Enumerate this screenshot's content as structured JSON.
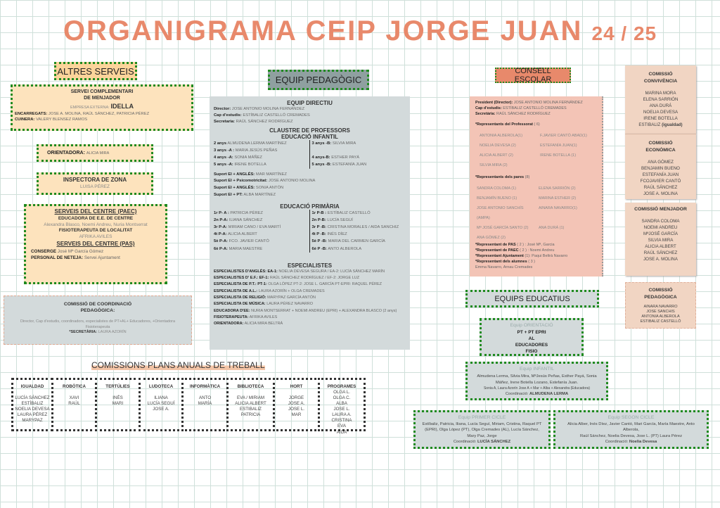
{
  "title": {
    "main": "ORGANIGRAMA CEIP JORGE JUAN",
    "year": "24 / 25"
  },
  "altres": {
    "header": "ALTRES SERVEIS",
    "menjador": {
      "title1": "SERVEI COMPLEMENTARI",
      "title2": "DE MENJADOR",
      "empresa_label": "EMPRESA EXTERNA:",
      "empresa": "IDELLA",
      "lines": [
        {
          "k": "ENCARREGATS:",
          "v": "JOSE A. MOLINA, RAÚL SÁNCHEZ, PATRICIA PÉREZ"
        },
        {
          "k": "CUINERA:",
          "v": "VALERY BLENSEZ RAMOS"
        }
      ]
    },
    "orientadora": {
      "k": "ORIENTADORA:",
      "v": "ALICIA MIRA"
    },
    "inspectora": {
      "title": "INSPECTORA DE ZONA",
      "name": "LUISA PÉREZ"
    },
    "serveis": {
      "paec": "SERVEIS DEL CENTRE (PAEC)",
      "educ_title": "EDUCADORA DE E.E. DE CENTRE",
      "educ": "Alexandra Blasco, Noemi Andreu, Nuria Montserrat",
      "fisio_title": "FISIOTERAPEUTA DE LOCALITAT",
      "fisio": "AFRIKA AVILES",
      "pas": "SERVEIS DEL CENTRE (PAS)",
      "lines": [
        {
          "k": "CONSERGE",
          "v": "José Mª García Gómez"
        },
        {
          "k": "PERSONAL DE NETEJA:",
          "v": "Servei Ajuntament"
        }
      ]
    },
    "coord": {
      "title1": "COMISSIÓ DE COORDINACIÓ",
      "title2": "PEDAGÒGICA:",
      "text": "Director, Cap d'estudis, coordinadors, especialistes de PT+AL+ Educadores, +Orientadora",
      "text2": "Fisioterapeuta",
      "sec_k": "*SECRETÀRIA:",
      "sec_v": "LAURA AZORÍN"
    }
  },
  "comissions": {
    "title": "COMISSIONS PLANS ANUALS DE TREBALL",
    "cols": [
      {
        "h": "IGUALDAD",
        "m": [
          "LUCÍA SÁNCHEZ",
          "ESTÍBALIZ",
          "NOELIA DEVESA",
          "LAURA PÉREZ",
          "MARYPAZ"
        ]
      },
      {
        "h": "ROBÒTICA",
        "m": [
          "XAVI",
          "RAÚL"
        ]
      },
      {
        "h": "TERTÚLIES",
        "m": [
          "INÉS",
          "MARI"
        ]
      },
      {
        "h": "LUDOTECA",
        "m": [
          "ILIANA",
          "LUCÍA SEGUÍ",
          "JOSE A."
        ]
      },
      {
        "h": "INFORMÀTICA",
        "m": [
          "ANTO",
          "MARÍA"
        ]
      },
      {
        "h": "BIBLIOTECA",
        "m": [
          "EVA / MIRIAM",
          "ALICIA ALBERT",
          "ESTIBALIZ",
          "PATRICIA"
        ]
      },
      {
        "h": "HORT",
        "m": [
          "JORGE",
          "JOSE A.",
          "JOSE L.",
          "MAR"
        ]
      },
      {
        "h": "PROGRAMES",
        "m": [
          "OLGA L.",
          "OLGA C.",
          "ALBA",
          "JOSE L.",
          "LAURA A.",
          "CRISTINA",
          "EVA",
          "AIDA"
        ]
      }
    ]
  },
  "pedagogic": {
    "header": "EQUIP PEDAGÒGIC",
    "directiu_title": "EQUIP DIRECTIU",
    "directiu": [
      {
        "k": "Director:",
        "v": "JOSE ANTONIO MOLINA FERNÁNDEZ"
      },
      {
        "k": "Cap d'estudis:",
        "v": "ESTÍBALIZ CASTELLÓ CREMADES"
      },
      {
        "k": "Secretaria:",
        "v": "RAÚL SÁNCHEZ RODRÍGUEZ"
      }
    ],
    "claustre": "CLAUSTRE DE PROFESSORS",
    "infantil_title": "EDUCACIÓ INFANTIL",
    "infantil": [
      {
        "k": "2 anys",
        "v": "ALMUDENA LERMA MARTÍNEZ"
      },
      {
        "k": "3 anys -B:",
        "v": "SILVIA MIRA"
      },
      {
        "k": "3 anys -A :",
        "v": "MARIA JESÚS PEÑAS"
      },
      {
        "k": "",
        "v": ""
      },
      {
        "k": "4 anys -A:",
        "v": "SONIA MÁÑEZ"
      },
      {
        "k": "4 anys-B:",
        "v": "ESTHER PAYÁ"
      },
      {
        "k": "5 anys -A:",
        "v": "IRENE BOTELLA"
      },
      {
        "k": "5 anys -B:",
        "v": "ESTEFANÍA JUAN"
      }
    ],
    "suport": [
      {
        "k": "Suport EI + ANGLÉS:",
        "v": "MAR MARTÍNEZ"
      },
      {
        "k": "Suport EI + Psicomotricitat:",
        "v": "JOSE ANTONIO MOLINA"
      },
      {
        "k": "Suport EI + ANGLÉS:",
        "v": "SONIA ANTÓN"
      },
      {
        "k": "Suport EI + PT:",
        "v": "ALBA MARTÍNEZ"
      }
    ],
    "primaria_title": "EDUCACIÓ PRIMÀRIA",
    "primaria": [
      {
        "k": "1r P- A :",
        "v": "PATRICIA PÉREZ"
      },
      {
        "k": "1r P-B :",
        "v": "ESTÍBALIZ CASTELLÓ"
      },
      {
        "k": "2n P-A:",
        "v": "ILIANA SÁNCHEZ"
      },
      {
        "k": "2n P-B:",
        "v": "LUCÍA SEGUÍ"
      },
      {
        "k": "3r P-A:",
        "v": "MIRIAM CANO / EVA MARTÍ"
      },
      {
        "k": "3r P -B:",
        "v": "CRISTINA MORALES / AIDA SANCHIZ"
      },
      {
        "k": "4t P-A:",
        "v": "ALICIA ALBERT"
      },
      {
        "k": "4t P -B:",
        "v": "INÉS DÍEZ"
      },
      {
        "k": "5è P-A:",
        "v": "FCO. JAVIER CANTÓ"
      },
      {
        "k": "5è P -B:",
        "v": "MARIA DEL CARMEN GARCÍA"
      },
      {
        "k": "6è P-A:",
        "v": "MARIA MAESTRE"
      },
      {
        "k": "6è P -B:",
        "v": "ANTO ALBEROLA"
      }
    ],
    "especialistes_title": "ESPECIALISTES",
    "especialistes": [
      {
        "k": "ESPECIALISTES D'ANGLÈS: EA-1:",
        "v": "NOELIA DEVESA SEGURA / EA-2: LUCÍA SÁNCHEZ MARÍN"
      },
      {
        "k": "ESPECIALISTES D' E.F.: EF-1:",
        "v": "RAÚL SÁNCHEZ RODRÍGUEZ / EF-2: JORGE LUZ"
      },
      {
        "k": "ESPECIALISTA DE P.T.: PT-1:",
        "v": "OLGA LÓPEZ PT-2: JOSE L. GARCÍA PT-EPRI: RAQUEL PÉREZ"
      },
      {
        "k": "ESPECIALISTA DE A.L.:",
        "v": "LAURA AZORÍN + OLGA CREMADES"
      },
      {
        "k": "ESPECIALISTA DE RELIGIÓ:",
        "v": "MARYPAZ GARCÍA ANTÓN"
      },
      {
        "k": "ESPECIALISTA DE MÚSICA:",
        "v": "LAURA PÉREZ NAVARRO"
      },
      {
        "k": "EDUCADORA D'EE:",
        "v": "NURIA MONTSERRAT + NOEMI ANDREU (EPRI) + ALEXANDRA BLASCO (2 anys)"
      },
      {
        "k": "FISIOTERAPEUTA:",
        "v": "AFRIKA AVILES"
      },
      {
        "k": "ORIENTADORA:",
        "v": "ALICIA MIRA BELTRÁ"
      }
    ]
  },
  "consell": {
    "header": "CONSELL ESCOLAR",
    "directiu": [
      {
        "k": "President (Director):",
        "v": "JOSE ANTONIO MOLINA FERNÁNDEZ"
      },
      {
        "k": "Cap d'estudis:",
        "v": "ESTÍBALIZ CASTELLÓ CREMADES"
      },
      {
        "k": "Secretària:",
        "v": "RAÚL SÁNCHEZ RODRÍGUEZ"
      }
    ],
    "prof_title": {
      "k": "*Representants del Professorat",
      "v": "( 6)"
    },
    "prof": [
      "ANTONIA ALBEROLA(1)",
      "F.JAVIER CANTÓ ABAD(1)",
      "NOELIA DEVESA (2)",
      "ESTEFANÍA JUAN(1)",
      "ALICIA ALBERT (2)",
      "IRENE BOTELLA (1)",
      "SILVIA MIRA (2)",
      ""
    ],
    "pares_title": {
      "k": "*Representants dels pares",
      "v": "(8)"
    },
    "pares": [
      "SANDRA COLOMA (1)",
      "ELENA SARRIÓN (2)",
      "BENJAMÍN BUENO (1)",
      "MARINA ESTHER (2)",
      "JOSE ANTONIO SANCHÍS (AMPA)",
      "AINARA NAVARRO(1)",
      "Mª JOSÉ GARCÍA SANTO (2)",
      "ANA DURÁ (1)",
      "ANA GÓMEZ (2)",
      ""
    ],
    "altres": [
      {
        "k": "*Representant de PAS",
        "v": "( 2 ) : José Mª, Garcia"
      },
      {
        "k": "*Representant de PAEC",
        "v": "( 2 ) : Noemi Andreu"
      },
      {
        "k": "*Representant Ajuntament",
        "v": "(1): Paqui Beltrà Navarro"
      },
      {
        "k": "*Representant dels alumnes",
        "v": "( 3 )"
      },
      {
        "k": "",
        "v": "Emma Navarro, Arnau Cremades"
      }
    ]
  },
  "right_comissions": [
    {
      "h1": "COMISSIÓ",
      "h2": "CONVIVÈNCIA",
      "m": [
        "MARINA MORA",
        "ELENA SARRIÓN",
        "ANA DURÁ",
        "NOELIA DEVESA",
        "IRENE BOTELLA"
      ],
      "last": "ESTIBALIZ",
      "last_b": "(igualdad)"
    },
    {
      "h1": "COMISSIÓ",
      "h2": "ECONÒMICA",
      "m": [
        "ANA GÓMEZ",
        "BENJAMIN BUENO",
        "ESTEFANÍA JUAN",
        "FCOJAVIER CANTÓ",
        "RAÚL SÁNCHEZ",
        "JOSE A. MOLINA"
      ]
    },
    {
      "h1": "COMISSIÓ  MENJADOR",
      "h2": "",
      "m": [
        "SANDRA COLOMA",
        "NOEMI ANDREU",
        "MªJOSÉ GARCÍA",
        "SILVIA MIRA",
        "ALICIA ALBERT",
        "RAÚL SÁNCHEZ",
        "JOSE A. MOLINA"
      ]
    },
    {
      "h1": "COMISSIÓ",
      "h2": "PEDAGÒGICA",
      "m": [
        "AINARA NAVARRO",
        "JOSE SANCHIS",
        "ANTONIA ALBEROLA",
        "ESTIBALIZ CASTELLÓ"
      ]
    }
  ],
  "equips": {
    "header": "EQUIPS EDUCATIUS",
    "orientacio": {
      "h": "Equip ORIENTACIÓ",
      "m": [
        "PT + PT EPRI",
        "AL",
        "EDUCADORES",
        "FISIO"
      ]
    },
    "infantil": {
      "h": "Equip INFANTIL",
      "text": "Almudena Lerma, Silvia Mira, MªJesús Peñas, Esther Payá, Sonia Máñez, Irene Botella Lozano, Estefanía Juan.",
      "text2": "Sonia A, Laura Azorín  Jose A + Mar + Alba + Alexandra (Educadora)",
      "coord_label": "Coordinació:",
      "coord": "ALMUDENA LERMA"
    },
    "primer": {
      "h": "Equip  PRIMER CICLE",
      "text": "Estíbaliz, Patricia, Iliana, Lucía Seguí, Miriam, Cristina, Raquel PT (EPRI), Olga López (PT), Olga Cremades (AL), Lucía Sánchez,  Mary Paz, Jorge",
      "coord_label": "Coordinació:",
      "coord": "LUCÍA SÁNCHEZ"
    },
    "segon": {
      "h": "Equip  SEGON CICLE",
      "text": "Alicia Alber, Inés Díez, Javier Cantó, Mari García, María Maestre, Anto Alberola,",
      "text2": "Raúl Sánchez, Noelia Devesa, Jose L. (PT) Laura Pérez",
      "coord_label": "Coordinació:",
      "coord": "Noelia Devesa"
    }
  },
  "colors": {
    "title": "#e8896b",
    "green_border": "#1f8a1f",
    "orange": "#fde3bd",
    "grey": "#d3dadb",
    "pink": "#f3c4b6",
    "peach": "#f1d5c3"
  }
}
